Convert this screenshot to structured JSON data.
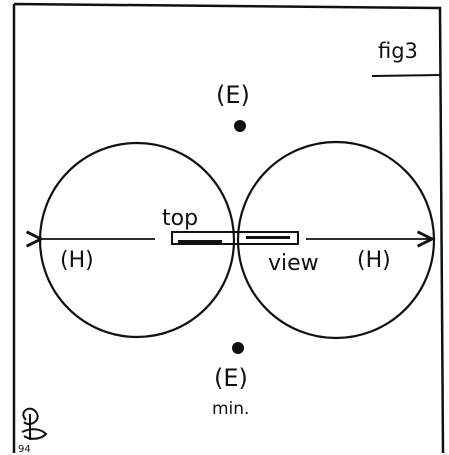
{
  "figure": {
    "label": "fig3"
  },
  "labels": {
    "e_top": "(E)",
    "e_bottom": "(E)",
    "e_bottom_note": "min.",
    "h_left": "(H)",
    "h_right": "(H)",
    "top_word": "top",
    "view_word": "view"
  },
  "signature": {
    "year": "94"
  },
  "colors": {
    "ink": "#111111",
    "paper": "#ffffff"
  }
}
